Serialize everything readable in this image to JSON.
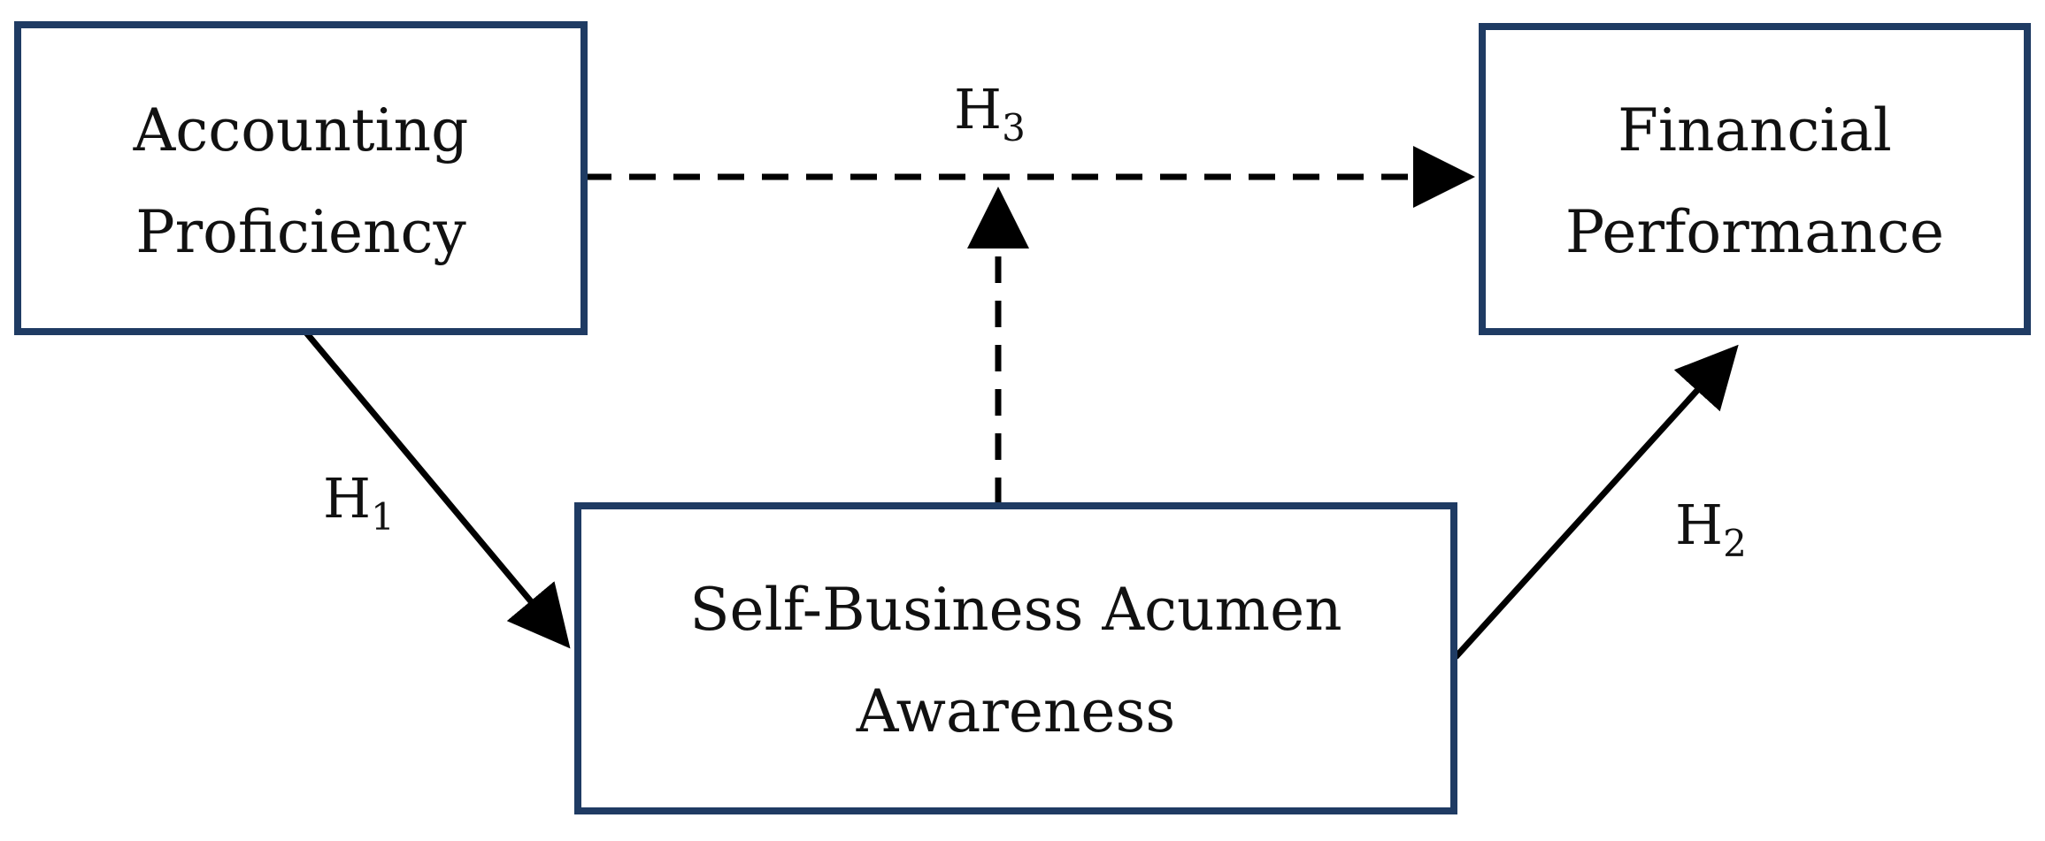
{
  "nodes": {
    "accounting": {
      "line1": "Accounting",
      "line2": "Proficiency"
    },
    "financial": {
      "line1": "Financial",
      "line2": "Performance"
    },
    "self_business": {
      "line1": "Self-Business Acumen",
      "line2": "Awareness"
    }
  },
  "hypotheses": {
    "h1": {
      "letter": "H",
      "sub": "1"
    },
    "h2": {
      "letter": "H",
      "sub": "2"
    },
    "h3": {
      "letter": "H",
      "sub": "3"
    }
  },
  "colors": {
    "box_border": "#1f3b63",
    "arrow": "#000000",
    "text": "#111111"
  }
}
